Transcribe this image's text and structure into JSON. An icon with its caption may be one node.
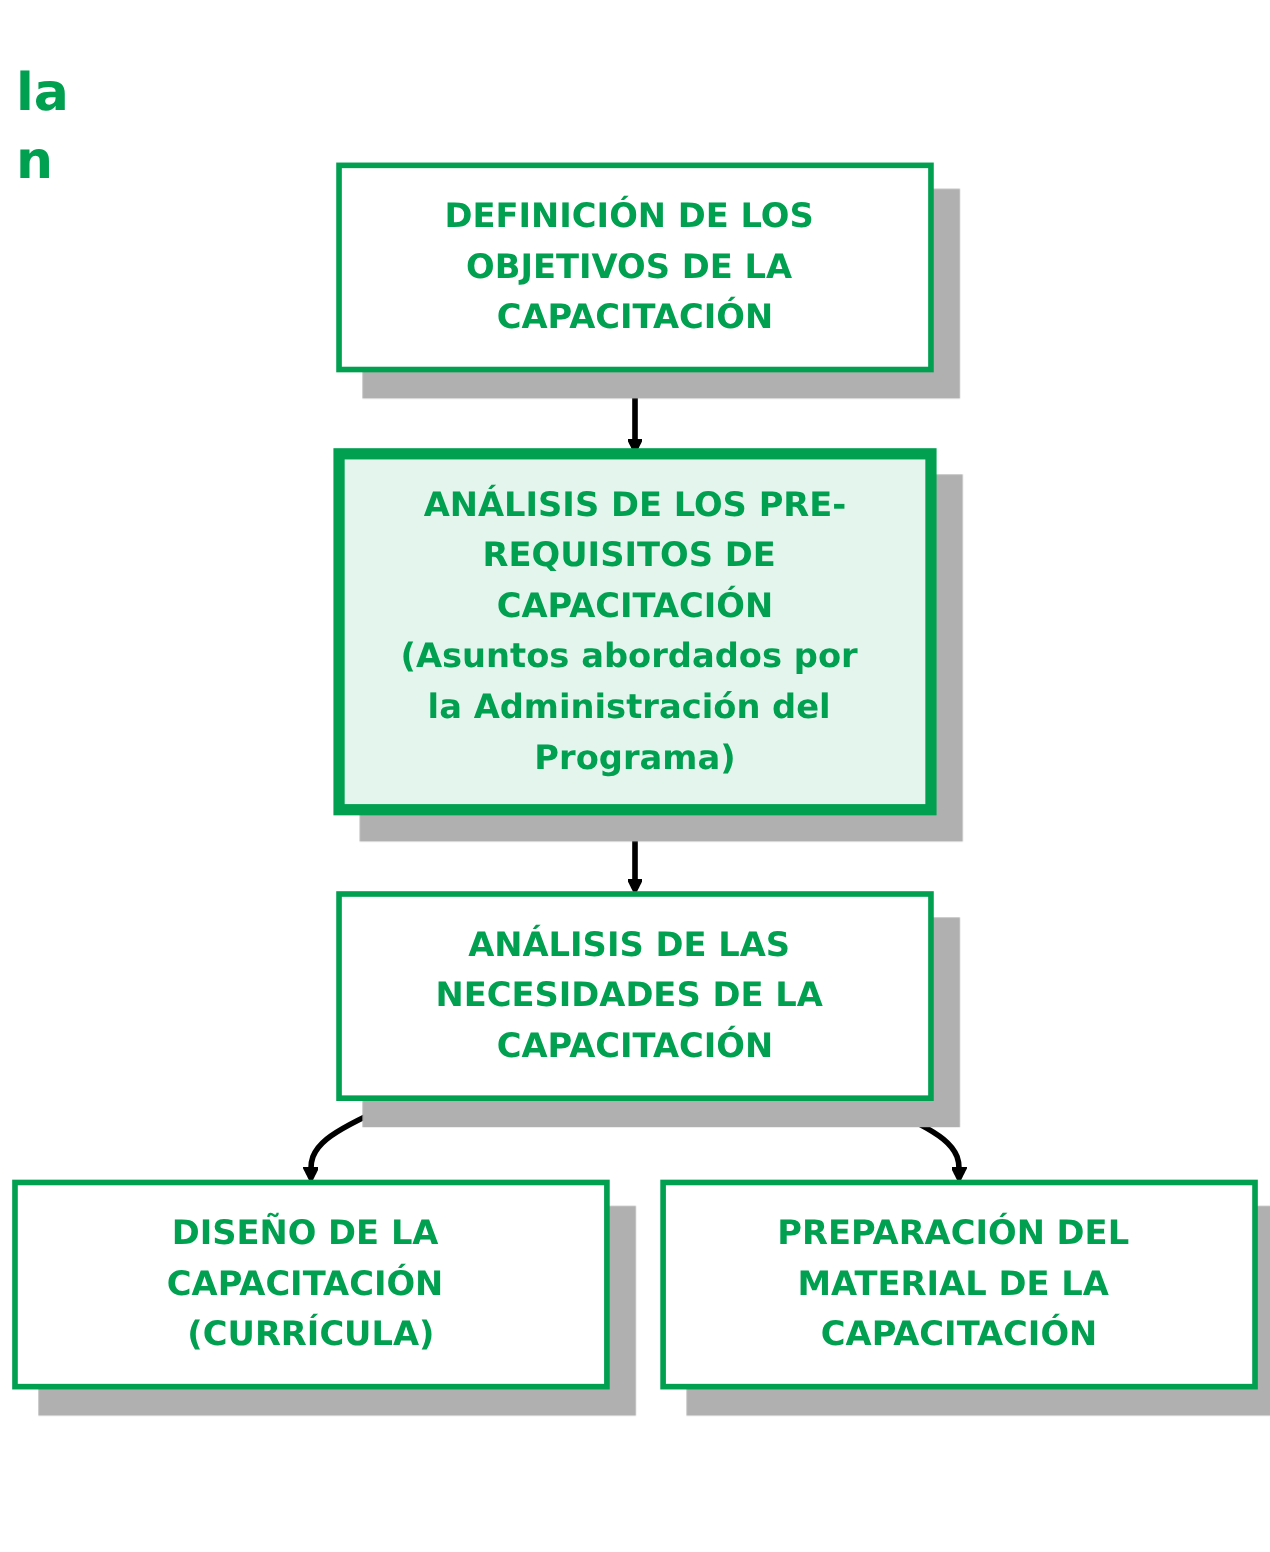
{
  "diagram": {
    "nodes": [
      {
        "text": [
          "DEFINICIÓN DE LOS OBJETIVOS DE LA CAPACITACIÓN"
        ]
      },
      {
        "text": [
          "ANÁLISIS DE LOS PRE-REQUISITOS DE CAPACITACIÓN",
          "(Asuntos abordados por la Administración del Programa)"
        ]
      },
      {
        "text": [
          "ANÁLISIS DE LAS NECESIDADES DE LA CAPACITACIÓN"
        ]
      },
      {
        "text": [
          "DISEÑO DE LA CAPACITACIÓN (CURRÍCULA)"
        ]
      },
      {
        "text": [
          "PREPARACIÓN DEL MATERIAL DE LA CAPACITACIÓN"
        ]
      }
    ],
    "edges": [
      {
        "from": 0,
        "to": 1,
        "arrow": "to"
      },
      {
        "from": 1,
        "to": 2,
        "arrow": "to"
      },
      {
        "from": 2,
        "to": 3,
        "arrow": "to"
      },
      {
        "from": 2,
        "to": 4,
        "arrow": "to"
      }
    ],
    "labels": [
      "la",
      "n"
    ]
  }
}
